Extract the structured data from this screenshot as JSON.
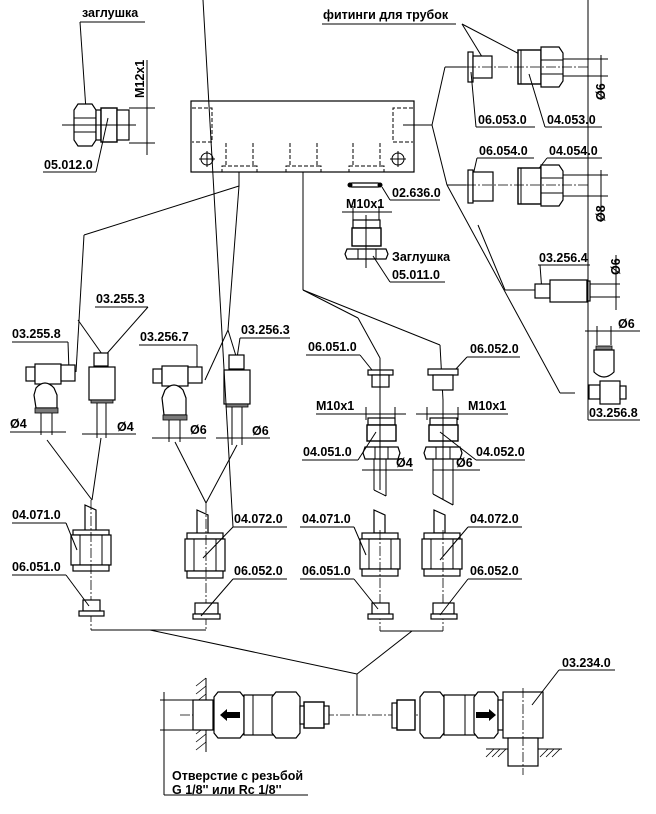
{
  "title": "Manifold fittings assembly diagram",
  "labels": {
    "plug_top_left": "заглушка",
    "plug_top_left_code": "05.012.0",
    "plug_top_left_thread": "M12x1",
    "tube_fittings": "фитинги для трубок",
    "fit_06_053": "06.053.0",
    "fit_04_053": "04.053.0",
    "dia_6_a": "Ø6",
    "fit_06_054": "06.054.0",
    "fit_04_054": "04.054.0",
    "dia_8": "Ø8",
    "oring": "02.636.0",
    "thread_m10_center": "M10x1",
    "plug_center": "Заглушка",
    "plug_center_code": "05.011.0",
    "fit_03_256_4": "03.256.4",
    "dia_6_b": "Ø6",
    "dia_6_c": "Ø6",
    "fit_03_256_8": "03.256.8",
    "fit_03_255_8": "03.255.8",
    "fit_03_255_3": "03.255.3",
    "fit_03_256_7": "03.256.7",
    "fit_03_256_3": "03.256.3",
    "dia_4_a": "Ø4",
    "dia_4_b": "Ø4",
    "dia_6_d": "Ø6",
    "dia_6_e": "Ø6",
    "fit_06_051_mid": "06.051.0",
    "fit_06_052_mid": "06.052.0",
    "thread_m10_left": "M10x1",
    "thread_m10_right": "M10x1",
    "fit_04_051": "04.051.0",
    "fit_04_052": "04.052.0",
    "dia_4_c": "Ø4",
    "dia_6_f": "Ø6",
    "fit_04_071_a": "04.071.0",
    "fit_04_072_a": "04.072.0",
    "fit_04_071_b": "04.071.0",
    "fit_04_072_b": "04.072.0",
    "fit_06_051_a": "06.051.0",
    "fit_06_052_a": "06.052.0",
    "fit_06_051_b": "06.051.0",
    "fit_06_052_b": "06.052.0",
    "fit_03_234": "03.234.0",
    "thread_hole_line1": "Отверстие с резьбой",
    "thread_hole_line2": "G 1/8'' или Rc 1/8''"
  }
}
